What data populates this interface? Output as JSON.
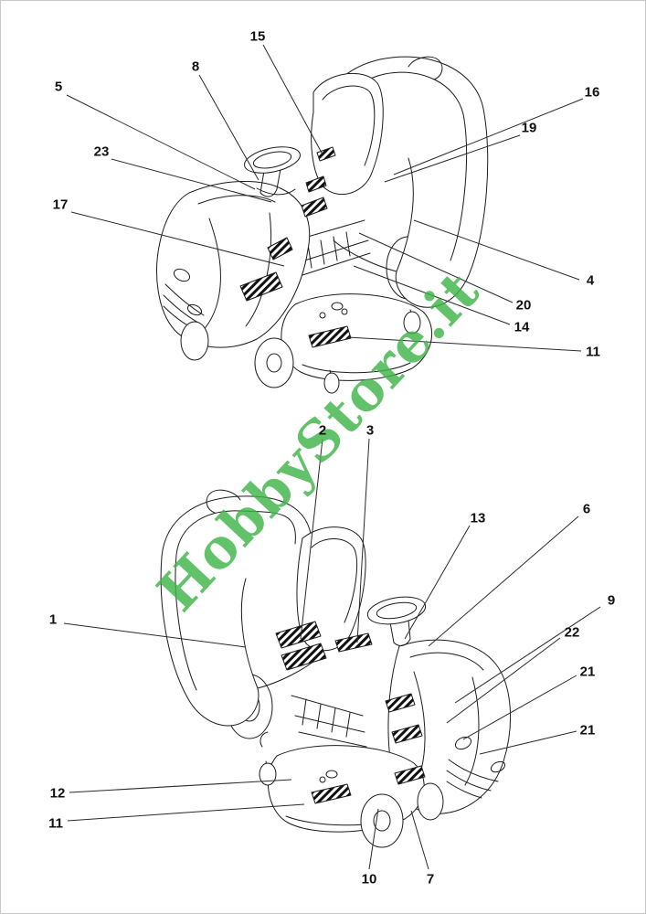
{
  "watermark": {
    "text": "HobbyStore.it",
    "color": "#3fb549"
  },
  "line_color": "#1c1c1c",
  "callouts": [
    {
      "label": "15"
    },
    {
      "label": "8"
    },
    {
      "label": "5"
    },
    {
      "label": "16"
    },
    {
      "label": "19"
    },
    {
      "label": "23"
    },
    {
      "label": "17"
    },
    {
      "label": "4"
    },
    {
      "label": "20"
    },
    {
      "label": "14"
    },
    {
      "label": "11"
    },
    {
      "label": "2"
    },
    {
      "label": "3"
    },
    {
      "label": "13"
    },
    {
      "label": "6"
    },
    {
      "label": "1"
    },
    {
      "label": "9"
    },
    {
      "label": "22"
    },
    {
      "label": "21"
    },
    {
      "label": "21"
    },
    {
      "label": "12"
    },
    {
      "label": "11"
    },
    {
      "label": "10"
    },
    {
      "label": "7"
    }
  ]
}
